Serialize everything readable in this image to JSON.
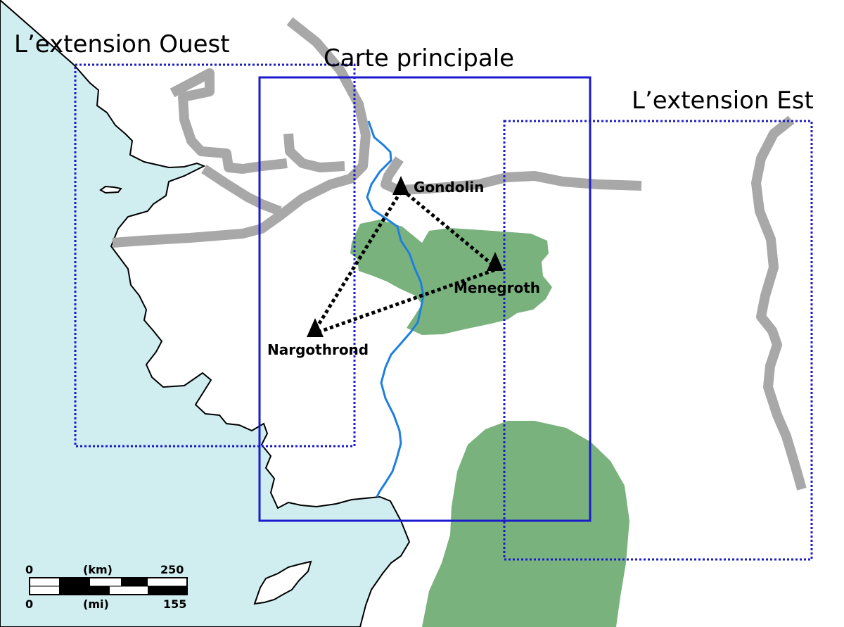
{
  "frames": {
    "west_label": "L’extension Ouest",
    "main_label": "Carte principale",
    "east_label": "L’extension Est"
  },
  "cities": {
    "gondolin": "Gondolin",
    "menegroth": "Menegroth",
    "nargothrond": "Nargothrond"
  },
  "scale_bar": {
    "km_start": "0",
    "km_unit": "(km)",
    "km_end": "250",
    "mi_start": "0",
    "mi_unit": "(mi)",
    "mi_end": "155"
  },
  "colors": {
    "sea": "#d0edf0",
    "forest": "#7ab27e",
    "mountains": "#a8a8a8",
    "river": "#1e7fe0",
    "frame": "#1a1acc",
    "route": "#000000"
  }
}
